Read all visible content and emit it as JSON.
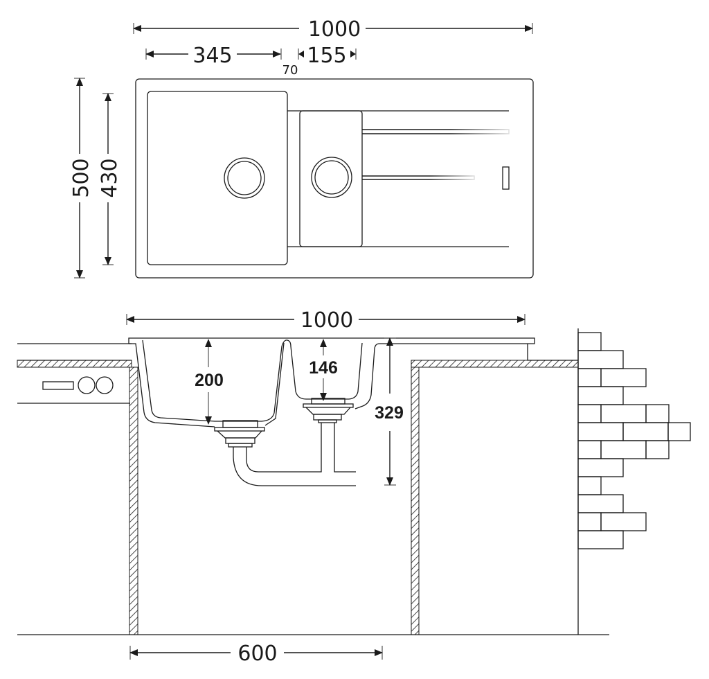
{
  "top_view": {
    "overall_width": "1000",
    "large_bowl_width": "345",
    "divider_width": "70",
    "small_bowl_width": "155",
    "overall_depth": "500",
    "bowl_depth": "430"
  },
  "section_view": {
    "overall_width": "1000",
    "large_bowl_depth": "200",
    "small_bowl_depth": "146",
    "total_height": "329",
    "cabinet_width": "600"
  }
}
